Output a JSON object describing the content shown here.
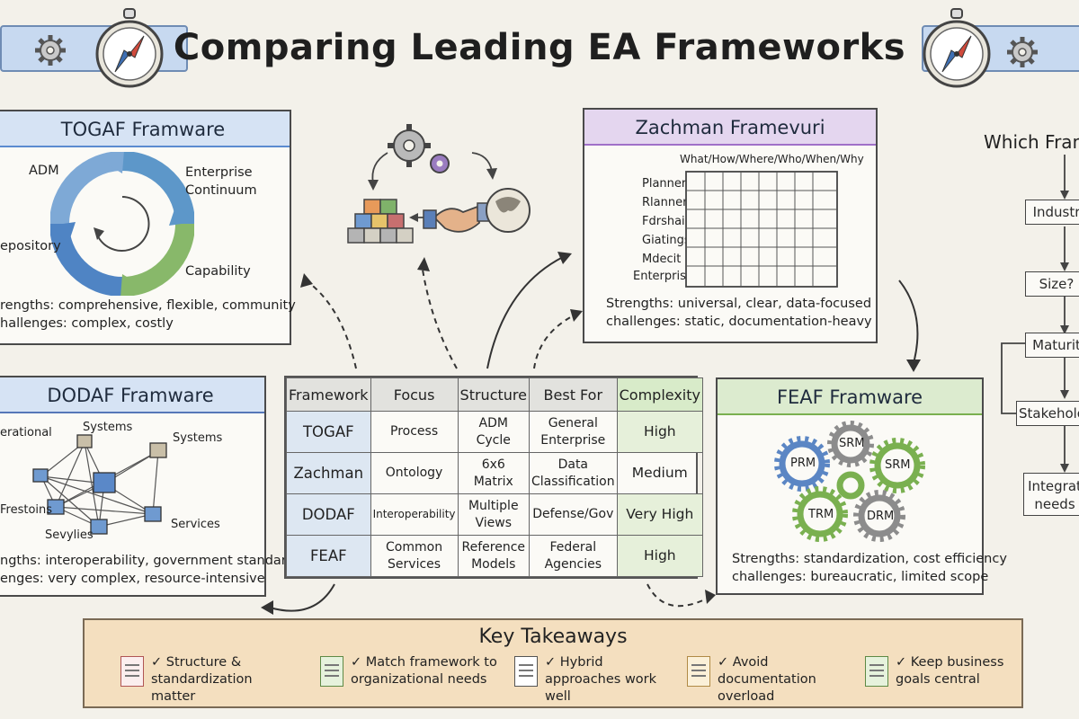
{
  "title": "Comparing Leading EA Frameworks",
  "colors": {
    "togaf": "#5b8bd0",
    "zachman": "#a070c8",
    "dodaf": "#5577b8",
    "feaf": "#7ab050",
    "takeaway": "#f4dfbf"
  },
  "togaf": {
    "title": "TOGAF Framware",
    "labels": [
      "ADM",
      "Enterprise",
      "Continuum",
      "epository",
      "Capability"
    ],
    "strengths": "rengths: comprehensive, flexible, community",
    "challenges": "hallenges: complex, costly"
  },
  "zachman": {
    "title": "Zachman Framevuri",
    "columns": "What/How/Where/Who/When/Why",
    "rows": [
      "Planner",
      "Rlanner",
      "Fdrshaing",
      "Giatings",
      "Mdecit",
      "Enterprise"
    ],
    "strengths": "Strengths: universal, clear, data-focused",
    "challenges": "challenges: static, documentation-heavy"
  },
  "dodaf": {
    "title": "DODAF Framware",
    "labels": [
      "erational",
      "Systems",
      "Systems",
      "Frestoins",
      "Sevylies",
      "Services"
    ],
    "strengths": "ngths: interoperability, government standard",
    "challenges": "enges: very complex, resource-intensive"
  },
  "feaf": {
    "title": "FEAF Framware",
    "gears": [
      "PRM",
      "SRM",
      "SRM",
      "TRM",
      "DRM"
    ],
    "strengths": "Strengths: standardization, cost efficiency",
    "challenges": "challenges: bureaucratic, limited scope"
  },
  "table": {
    "headers": [
      "Framework",
      "Focus",
      "Structure",
      "Best For",
      "Complexity"
    ],
    "rows": [
      [
        "TOGAF",
        "Process",
        "ADM Cycle",
        "General Enterprise",
        "High"
      ],
      [
        "Zachman",
        "Ontology",
        "6x6 Matrix",
        "Data Classification",
        "Medium"
      ],
      [
        "DODAF",
        "Interoperability",
        "Multiple Views",
        "Defense/Gov",
        "Very High"
      ],
      [
        "FEAF",
        "Common Services",
        "Reference Models",
        "Federal Agencies",
        "High"
      ]
    ]
  },
  "flow": {
    "title": "Which Fram",
    "boxes": [
      "Industr",
      "Size?",
      "Maturit",
      "Stakeholo",
      "Integrat needs"
    ]
  },
  "takeaways": {
    "title": "Key Takeaways",
    "items": [
      "✓ Structure & standardization matter",
      "✓ Match framework to organizational needs",
      "✓ Hybrid approaches work well",
      "✓ Avoid documentation overload",
      "✓ Keep business goals central"
    ]
  }
}
